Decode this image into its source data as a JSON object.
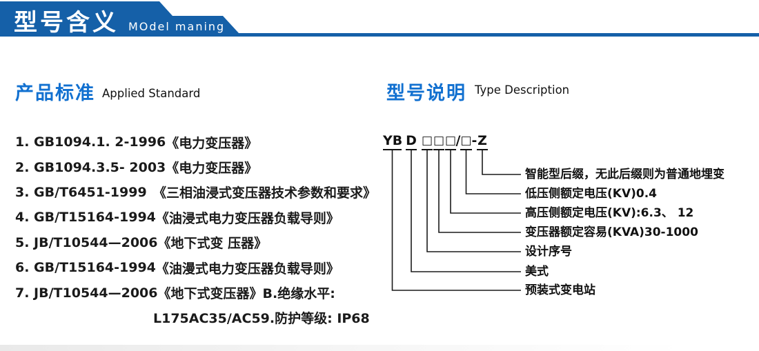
{
  "colors": {
    "header_blue": "#1560a8",
    "accent_blue": "#1170d0",
    "text": "#1a1a1a"
  },
  "header": {
    "title_zh": "型号含义",
    "title_en": "MOdel maning"
  },
  "standards": {
    "title_zh": "产品标准",
    "title_en": "Applied Standard",
    "items": [
      {
        "code": "1. GB1094.1. 2-1996",
        "title": "《电力变压器》"
      },
      {
        "code": "2. GB1094.3.5- 2003",
        "title": "《电力变压器》"
      },
      {
        "code": "3. GB/T6451-1999",
        "title": "《三相油浸式变压器技术参数和要求》"
      },
      {
        "code": "4. GB/T15164-1994",
        "title": "《油浸式电力变压器负载导则》"
      },
      {
        "code": "5. JB/T10544—2006",
        "title": "《地下式变 压器》"
      },
      {
        "code": "6. GB/T15164-1994",
        "title": "《油漫式电力变压器负载导则》"
      },
      {
        "code": "7. JB/T10544—2006",
        "title": "《地下式变压器》B.绝缘水平:"
      }
    ],
    "continuation": "L175AC35/AC59.防护等级: IP68"
  },
  "model": {
    "title_zh": "型号说明",
    "title_en": "Type Description",
    "code": {
      "yb": "YB",
      "d": "D",
      "box1": "□",
      "box2": "□",
      "box3": "□",
      "slash": "/",
      "box4": "□",
      "dash": "-",
      "z": "Z"
    },
    "labels": [
      "智能型后缀，无此后缀则为普通地埋变",
      "低压侧额定电压(KV)0.4",
      "高压侧额定电压(KV):6.3、 12",
      "变压器额定容易(KVA)30-1000",
      "设计序号",
      "美式",
      "预装式变电站"
    ]
  }
}
